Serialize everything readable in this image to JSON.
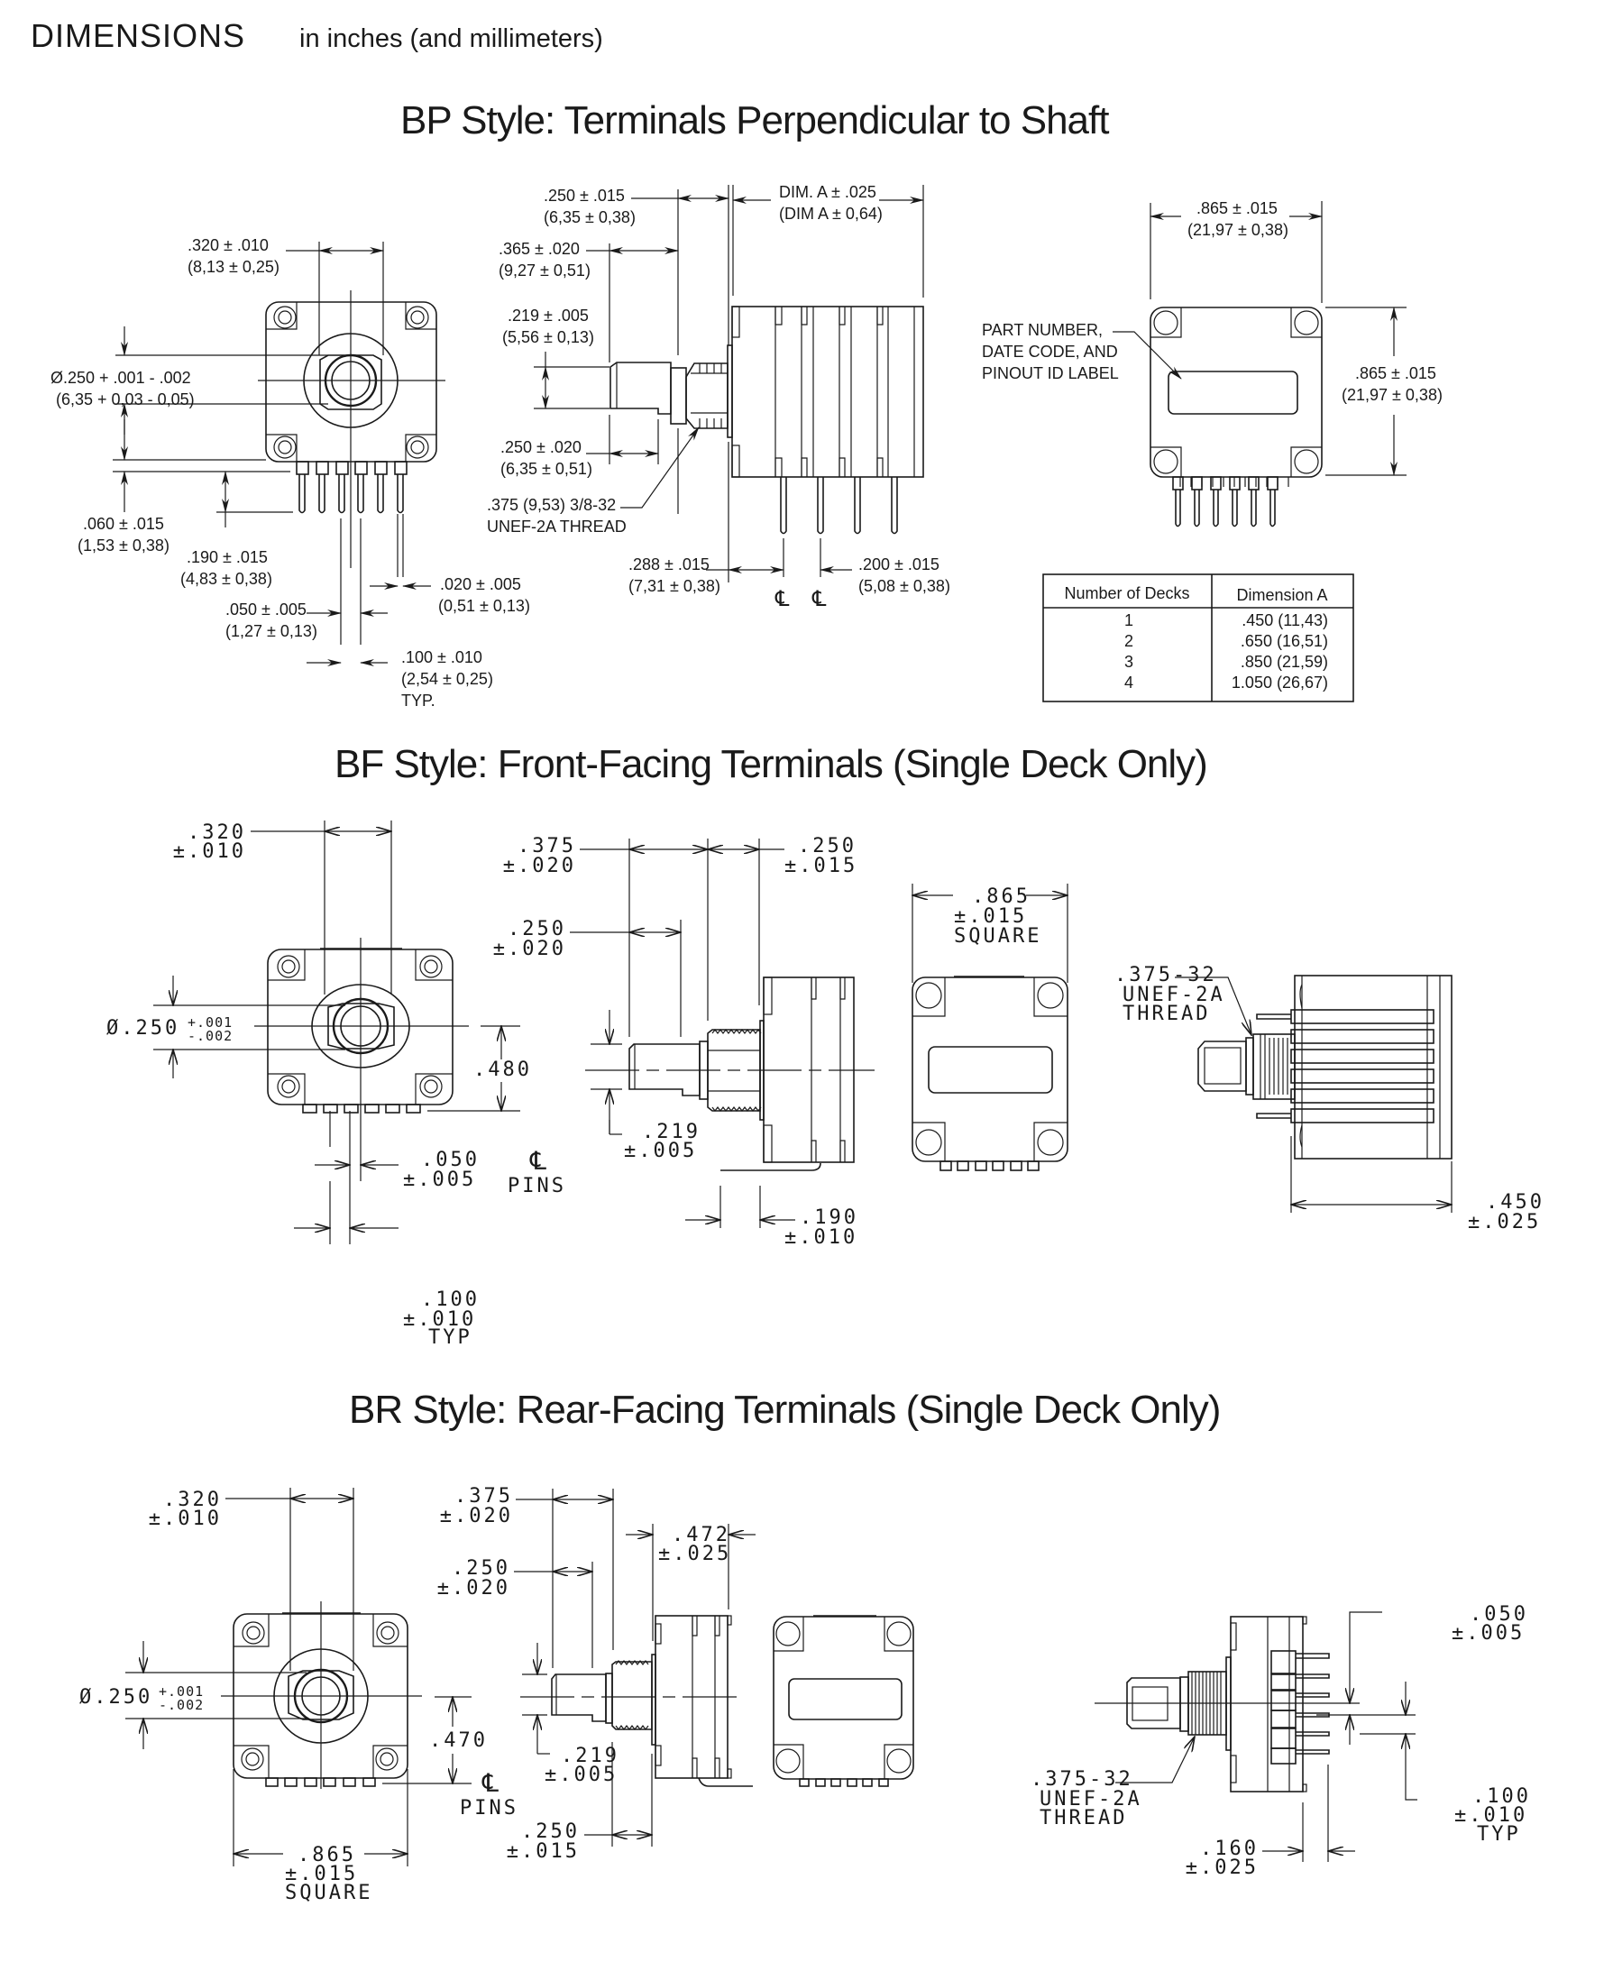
{
  "header": {
    "title": "DIMENSIONS",
    "subtitle": "in inches (and millimeters)"
  },
  "sections": {
    "bp": {
      "title": "BP Style: Terminals Perpendicular to Shaft",
      "front": {
        "width_in": ".320 ± .010",
        "width_mm": "(8,13 ± 0,25)",
        "dia_in": "Ø.250 + .001 - .002",
        "dia_mm": "(6,35 + 0,03 - 0,05)",
        "gap_in": ".060 ± .015",
        "gap_mm": "(1,53 ± 0,38)",
        "pin_len_in": ".190 ± .015",
        "pin_len_mm": "(4,83 ± 0,38)",
        "pin_w_in": ".020 ± .005",
        "pin_w_mm": "(0,51 ± 0,13)",
        "offset_in": ".050 ± .005",
        "offset_mm": "(1,27 ± 0,13)",
        "pitch_in": ".100 ± .010",
        "pitch_mm": "(2,54 ± 0,25)",
        "pitch_typ": "TYP."
      },
      "side": {
        "bush_in": ".250 ± .015",
        "bush_mm": "(6,35 ± 0,38)",
        "dima_in": "DIM. A ± .025",
        "dima_mm": "(DIM A ± 0,64)",
        "shaft_in": ".365 ± .020",
        "shaft_mm": "(9,27 ± 0,51)",
        "flat_in": ".219 ± .005",
        "flat_mm": "(5,56 ± 0,13)",
        "flatlen_in": ".250 ± .020",
        "flatlen_mm": "(6,35 ± 0,51)",
        "thread_1": ".375 (9,53) 3/8-32",
        "thread_2": "UNEF-2A THREAD",
        "first_pin_in": ".288 ± .015",
        "first_pin_mm": "(7,31 ± 0,38)",
        "deck_pitch_in": ".200 ± .015",
        "deck_pitch_mm": "(5,08 ± 0,38)",
        "cl": "℄"
      },
      "rear": {
        "w_in": ".865 ± .015",
        "w_mm": "(21,97 ± 0,38)",
        "h_in": ".865 ± .015",
        "h_mm": "(21,97 ± 0,38)",
        "label_1": "PART NUMBER,",
        "label_2": "DATE CODE, AND",
        "label_3": "PINOUT ID LABEL"
      },
      "table": {
        "headers": [
          "Number of Decks",
          "Dimension A"
        ],
        "rows": [
          [
            "1",
            ".450 (11,43)"
          ],
          [
            "2",
            ".650 (16,51)"
          ],
          [
            "3",
            ".850 (21,59)"
          ],
          [
            "4",
            "1.050 (26,67)"
          ]
        ]
      }
    },
    "bf": {
      "title": "BF Style: Front-Facing Terminals (Single Deck Only)",
      "front": {
        "w_1": ".320",
        "w_2": "±.010",
        "dia": "Ø.250",
        "dia_plus": "+.001",
        "dia_minus": "-.002",
        "h": ".480",
        "cl": "℄",
        "pins": "PINS",
        "off_1": ".050",
        "off_2": "±.005",
        "pitch_1": ".100",
        "pitch_2": "±.010",
        "pitch_3": "TYP"
      },
      "side": {
        "shaft_1": ".375",
        "shaft_2": "±.020",
        "bush_1": ".250",
        "bush_2": "±.015",
        "flatlen_1": ".250",
        "flatlen_2": "±.020",
        "flat_1": ".219",
        "flat_2": "±.005",
        "tab_1": ".190",
        "tab_2": "±.010"
      },
      "rear": {
        "w_1": ".865",
        "w_2": "±.015",
        "w_3": "SQUARE"
      },
      "top": {
        "thread_1": ".375-32",
        "thread_2": "UNEF-2A",
        "thread_3": "THREAD",
        "depth_1": ".450",
        "depth_2": "±.025"
      }
    },
    "br": {
      "title": "BR Style: Rear-Facing Terminals (Single Deck Only)",
      "front": {
        "w_1": ".320",
        "w_2": "±.010",
        "dia": "Ø.250",
        "dia_plus": "+.001",
        "dia_minus": "-.002",
        "h": ".470",
        "cl": "℄",
        "pins": "PINS",
        "sq_1": ".865",
        "sq_2": "±.015",
        "sq_3": "SQUARE"
      },
      "side": {
        "shaft_1": ".375",
        "shaft_2": "±.020",
        "flatlen_1": ".250",
        "flatlen_2": "±.020",
        "depth_1": ".472",
        "depth_2": "±.025",
        "flat_1": ".219",
        "flat_2": "±.005",
        "bush_1": ".250",
        "bush_2": "±.015"
      },
      "top": {
        "thread_1": ".375-32",
        "thread_2": "UNEF-2A",
        "thread_3": "THREAD",
        "off_1": ".050",
        "off_2": "±.005",
        "pitch_1": ".100",
        "pitch_2": "±.010",
        "pitch_3": "TYP",
        "ext_1": ".160",
        "ext_2": "±.025"
      }
    }
  }
}
